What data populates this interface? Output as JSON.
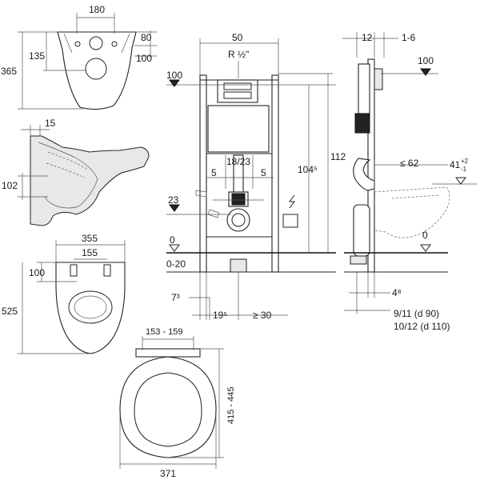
{
  "bowl_top": {
    "width": "180",
    "height": "365",
    "inner": "135",
    "top_offset": "80",
    "level": "100"
  },
  "bowl_side": {
    "top": "15",
    "height": "102"
  },
  "seat_plan": {
    "width": "355",
    "hinge": "155",
    "offset": "100",
    "length": "525"
  },
  "seat_cover": {
    "hinge_range": "153 - 159",
    "length_range": "415 - 445",
    "width": "371"
  },
  "frame_front": {
    "width": "50",
    "thread": "R ½\"",
    "level_100": "100",
    "total_height": "112",
    "height_104": "104⁵",
    "pipe_spacing": "18/23",
    "offset_left": "5",
    "offset_right": "5",
    "level_23": "23",
    "level_0": "0",
    "adjust": "0-20",
    "bottom_left": "7³",
    "bottom_mid": "19⁵",
    "bottom_right": "≥ 30"
  },
  "frame_side": {
    "depth_a": "12",
    "depth_b": "1-6",
    "level_100": "100",
    "reach": "≤ 62",
    "height_tol": "41",
    "tol_plus": "+2",
    "tol_minus": "-1",
    "level_0": "0",
    "foot": "4⁸",
    "note_1": "9/11  (d 90)",
    "note_2": "10/12 (d 110)"
  }
}
